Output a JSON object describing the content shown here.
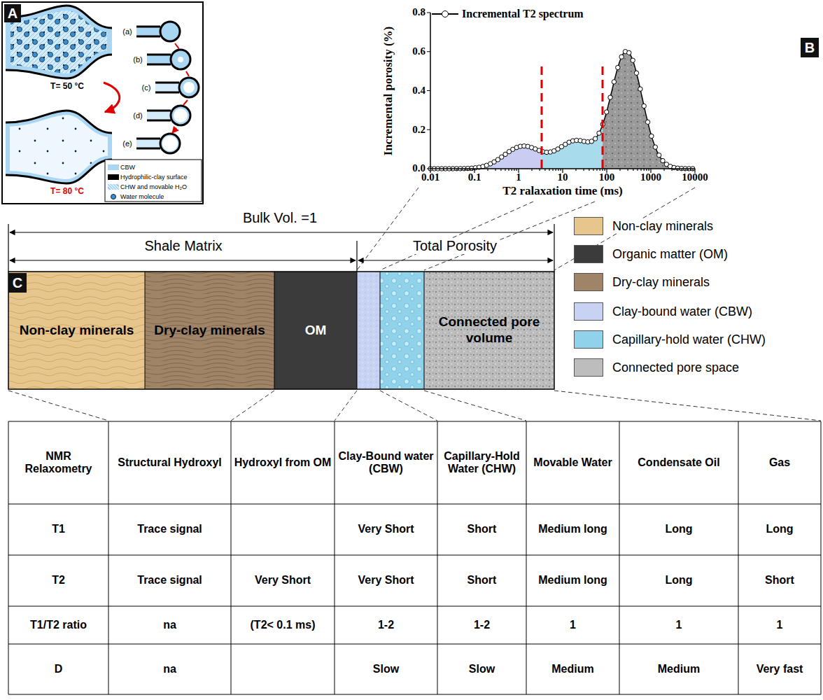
{
  "diagram": {
    "nodes": [
      {
        "text": [
          "Non-clay minerals"
        ]
      },
      {
        "text": [
          "Dry-clay minerals"
        ]
      },
      {
        "text": [
          "OM"
        ]
      },
      {
        "text": [
          "Connected pore volume"
        ]
      }
    ],
    "labels": [
      "A",
      "T= 50 °C",
      "T= 80 °C",
      "(a)",
      "(b)",
      "(c)",
      "(d)",
      "(e)",
      "B",
      "0.0",
      "0.2",
      "0.4",
      "0.6",
      "0.8",
      "0.01",
      "0.1",
      "1",
      "10",
      "100",
      "1000",
      "10000",
      "Incremental porosity (%)",
      "T2 ralaxation time (ms)",
      "Bulk Vol. =1",
      "Shale Matrix",
      "Total Porosity",
      "C",
      "NMR Relaxometry",
      "Structural Hydroxyl",
      "Hydroxyl from OM",
      "Clay-Bound water (CBW)",
      "Capillary-Hold Water (CHW)",
      "Movable Water",
      "Condensate Oil",
      "Gas",
      "T1",
      "Trace signal",
      "Very Short",
      "Short",
      "Medium long",
      "Long",
      "Long",
      "T2",
      "Trace signal",
      "Very Short",
      "Very Short",
      "Short",
      "Medium long",
      "Long",
      "Short",
      "T1/T2 ratio",
      "na",
      "(T2< 0.1 ms)",
      "1-2",
      "1-2",
      "1",
      "1",
      "1",
      "D",
      "na",
      "Slow",
      "Slow",
      "Medium",
      "Medium",
      "Very fast"
    ],
    "legend": [
      {
        "text": "CBW",
        "color": "#a9d6f2"
      },
      {
        "text": "Hydrophilic-clay surface",
        "color": "#000000"
      },
      {
        "text": "CHW and movable H₂O"
      },
      {
        "text": "Water molecule"
      },
      {
        "text": "Incremental T2 spectrum"
      },
      {
        "text": "Non-clay minerals",
        "color": "#e7c68e"
      },
      {
        "text": "Organic matter (OM)",
        "color": "#3b3b3b"
      },
      {
        "text": "Dry-clay minerals",
        "color": "#a08468"
      },
      {
        "text": "Clay-bound water (CBW)",
        "color": "#c8d2f2"
      },
      {
        "text": "Capillary-hold water (CHW)",
        "color": "#8fd2ea"
      },
      {
        "text": "Connected pore space",
        "color": "#bdbdbd"
      }
    ]
  }
}
